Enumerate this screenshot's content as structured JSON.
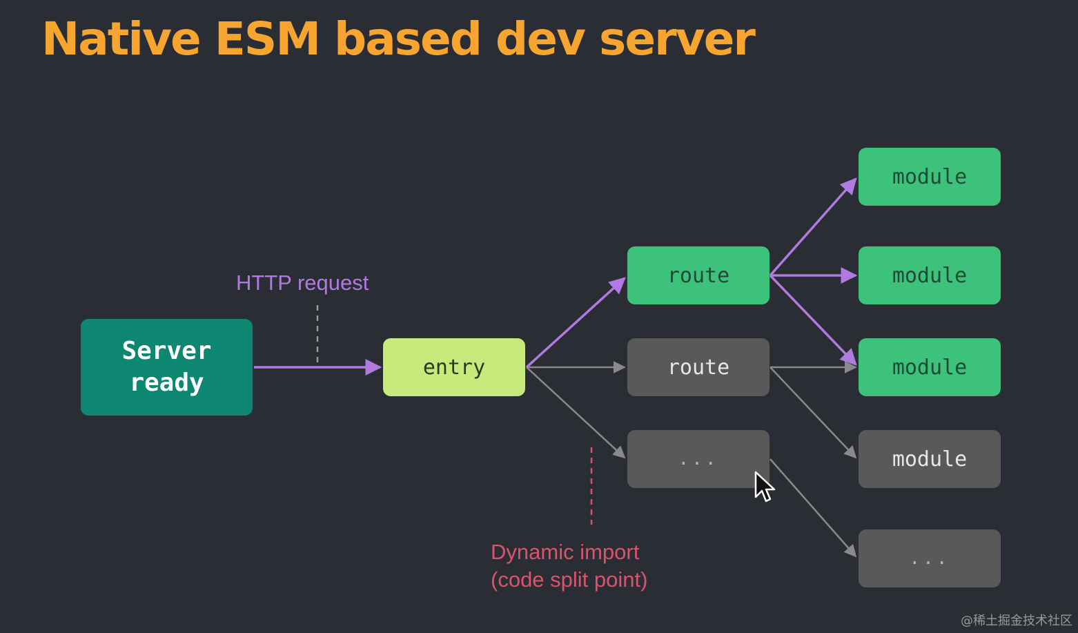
{
  "title": "Native ESM based dev server",
  "colors": {
    "background": "#2b2d34",
    "title": "#f6a530",
    "server_node": "#0d8771",
    "entry_node": "#c7ea7d",
    "loaded_node": "#3dc27c",
    "unloaded_node": "#595959",
    "active_edge": "#b07be0",
    "inactive_edge": "#8a8a8a",
    "http_label": "#b07be0",
    "dynamic_label": "#d9546b"
  },
  "nodes": {
    "server": {
      "line1": "Server",
      "line2": "ready"
    },
    "entry": {
      "label": "entry"
    },
    "route_active": {
      "label": "route"
    },
    "route_inactive": {
      "label": "route"
    },
    "route_placeholder": {
      "label": "..."
    },
    "module_1": {
      "label": "module"
    },
    "module_2": {
      "label": "module"
    },
    "module_3": {
      "label": "module"
    },
    "module_4": {
      "label": "module"
    },
    "module_placeholder": {
      "label": "..."
    }
  },
  "annotations": {
    "http": "HTTP request",
    "dynamic_line1": "Dynamic import",
    "dynamic_line2": "(code split point)"
  },
  "watermark": "@稀土掘金技术社区",
  "icons": {
    "cursor": "mouse-pointer-icon"
  }
}
